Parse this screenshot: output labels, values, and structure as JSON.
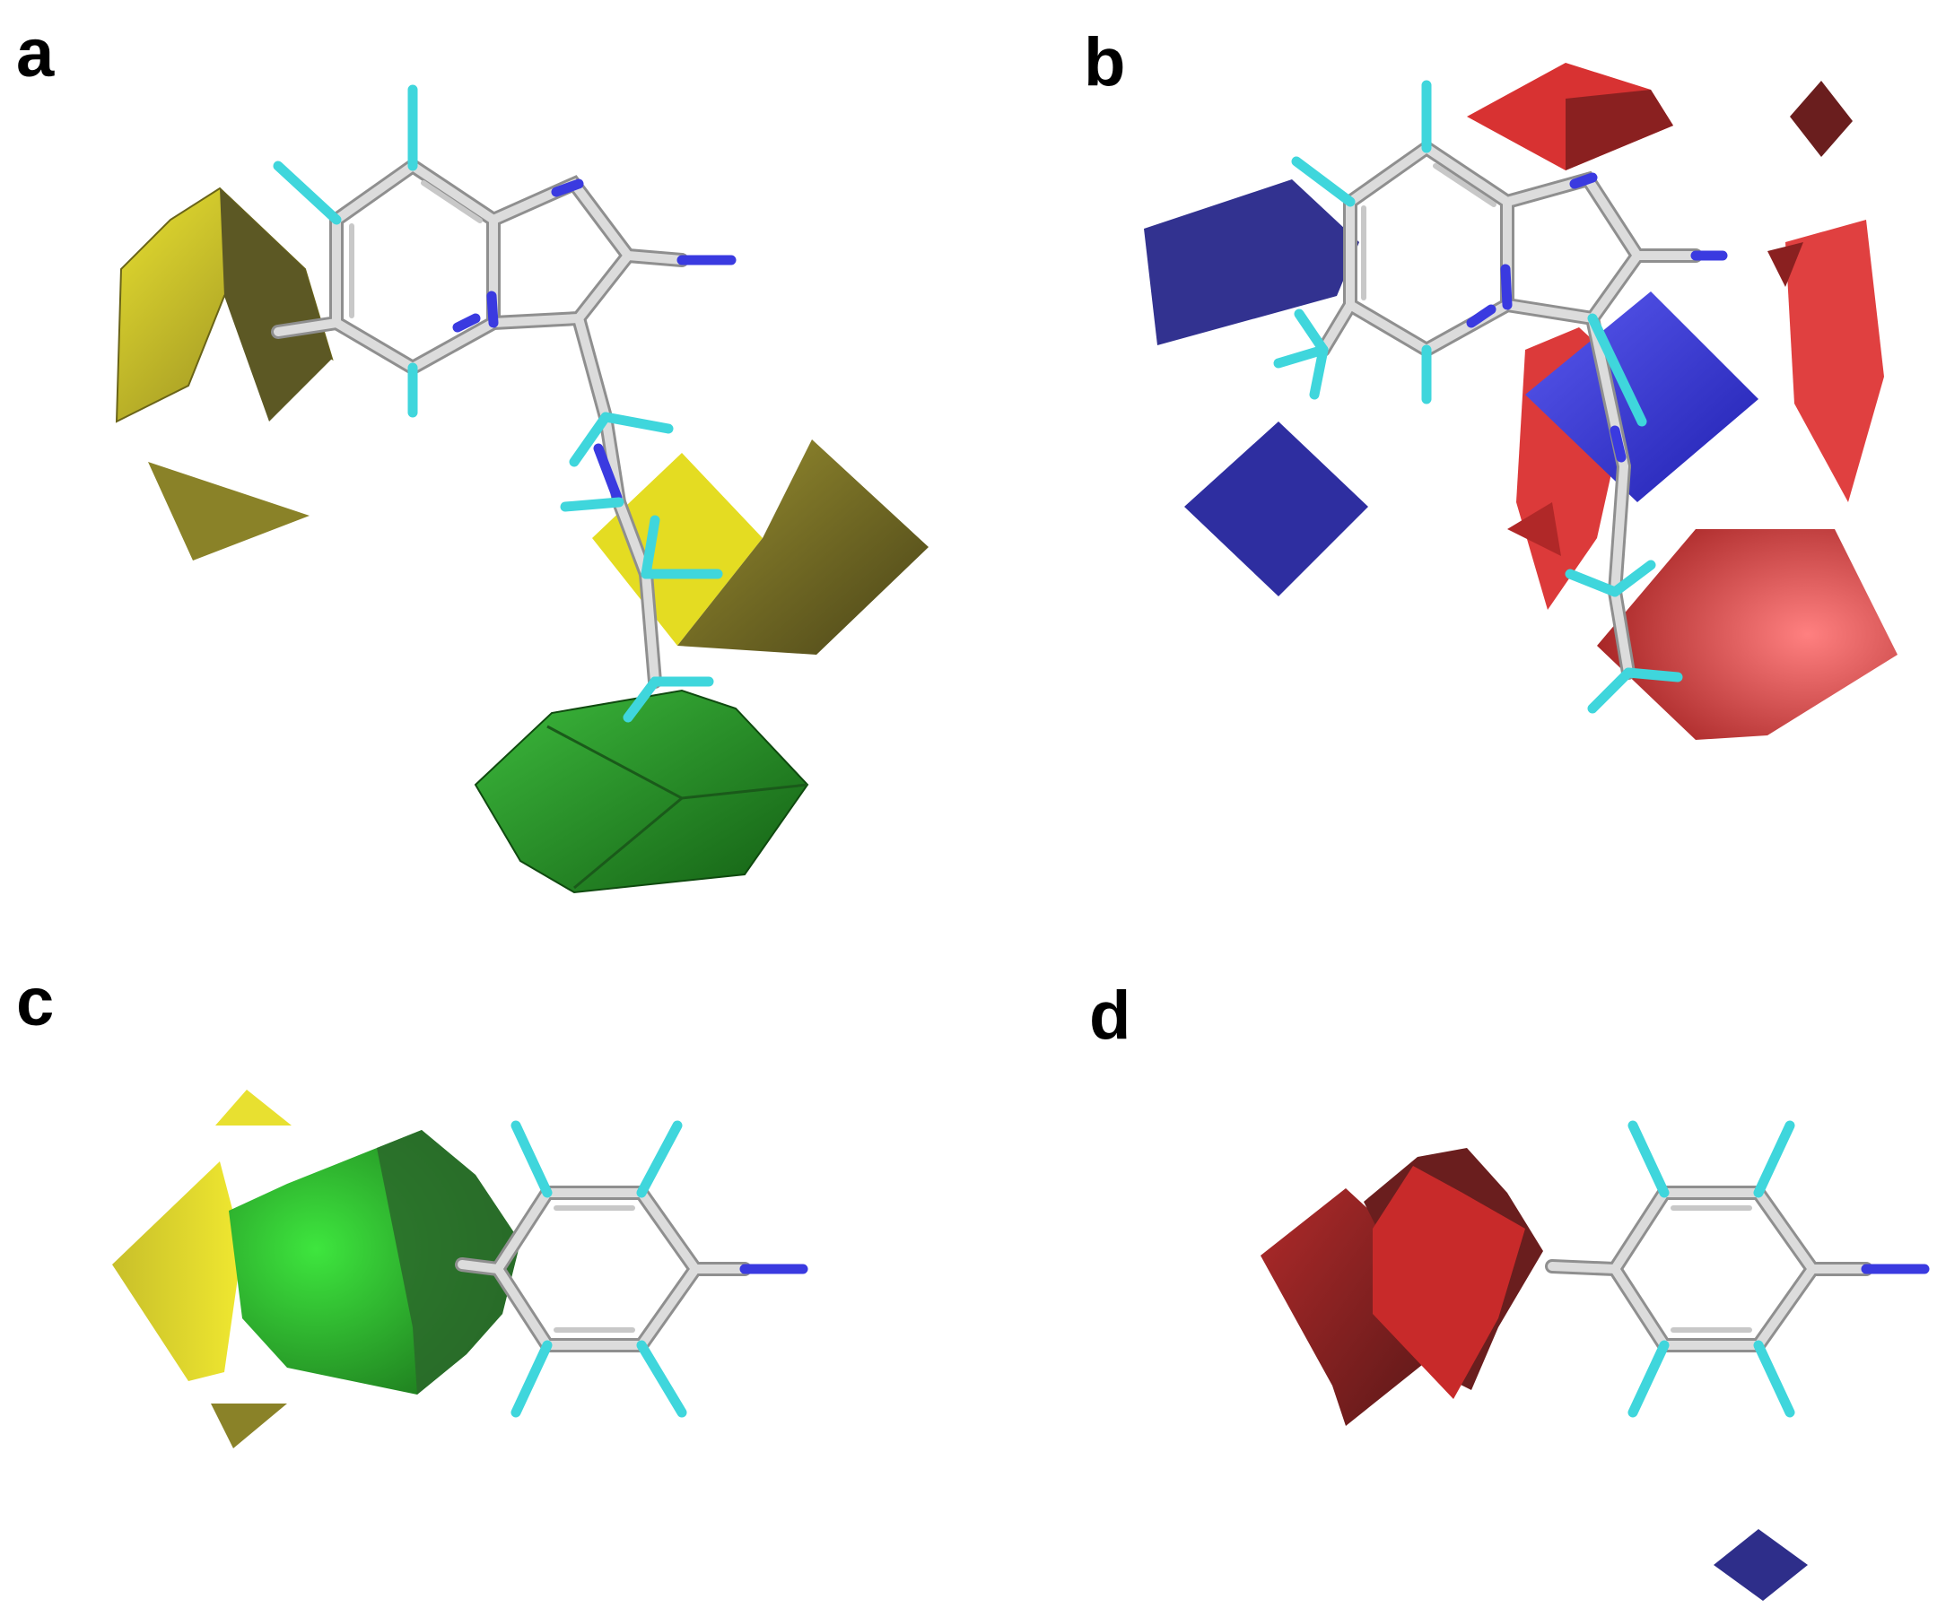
{
  "panels": [
    {
      "label": "a",
      "fields": [
        "steric-favorable",
        "steric-unfavorable"
      ],
      "molecule": "bicyclic-aminopyridine-ligand"
    },
    {
      "label": "b",
      "fields": [
        "electropositive-favorable",
        "electronegative-favorable"
      ],
      "molecule": "bicyclic-aminopyridine-ligand"
    },
    {
      "label": "c",
      "fields": [
        "steric-favorable",
        "steric-unfavorable"
      ],
      "molecule": "aniline-fragment"
    },
    {
      "label": "d",
      "fields": [
        "electronegative-favorable",
        "electropositive-favorable"
      ],
      "molecule": "aniline-fragment"
    }
  ],
  "colors": {
    "background": "#ffffff",
    "bond": "#d8d8d8",
    "bond_edge": "#9a9a9a",
    "nitrogen": "#3a3ae0",
    "hydrogen": "#3fd6dc",
    "steric_favorable": "#2fa02f",
    "steric_unfavorable": "#c8c018",
    "electropositive": "#2a2ab8",
    "electronegative": "#d83232"
  }
}
